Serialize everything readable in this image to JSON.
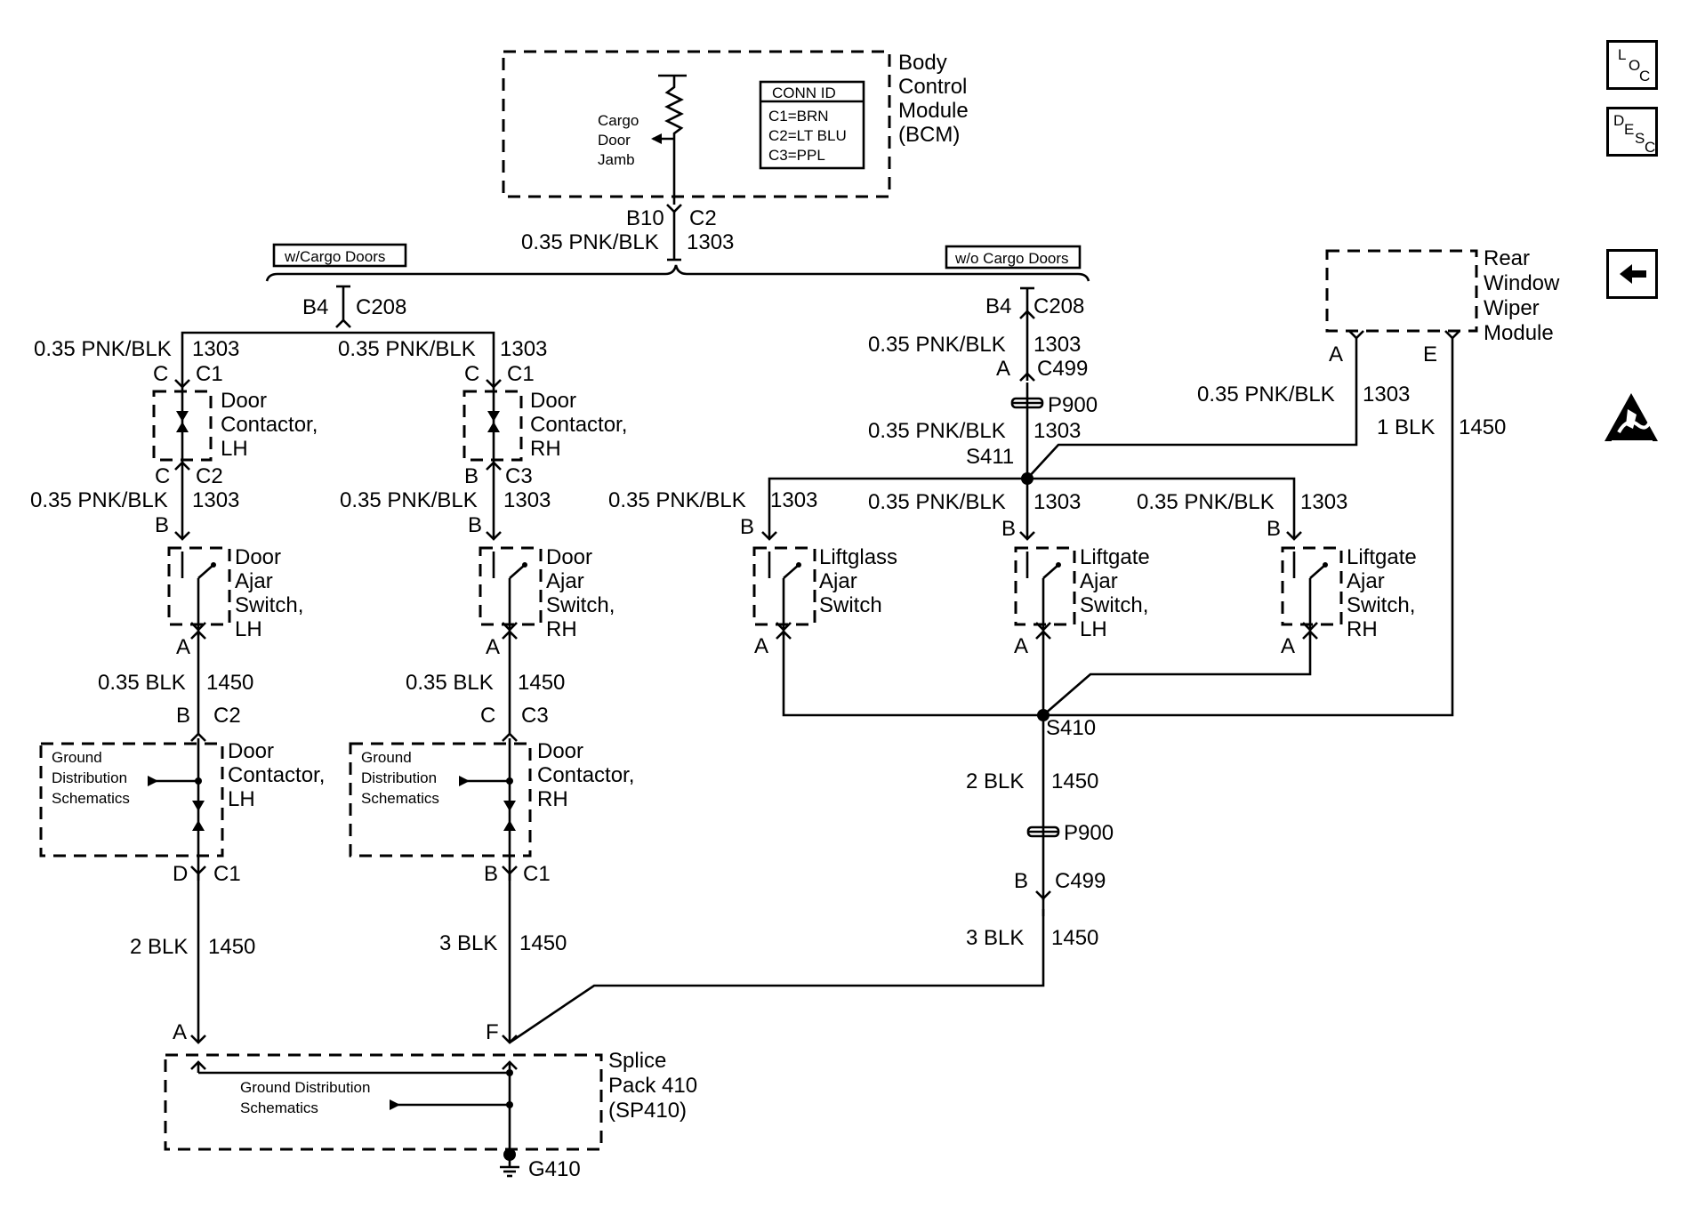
{
  "bcm": {
    "name_lines": [
      "Body",
      "Control",
      "Module",
      "(BCM)"
    ],
    "jamb_lines": [
      "Cargo",
      "Door",
      "Jamb"
    ],
    "conn_title": "CONN ID",
    "conn_rows": [
      "C1=BRN",
      "C2=LT BLU",
      "C3=PPL"
    ]
  },
  "bcm_out": {
    "pin": "B10",
    "conn": "C2",
    "wire": "0.35 PNK/BLK",
    "circuit": "1303"
  },
  "options": {
    "with_cargo": "w/Cargo Doors",
    "without_cargo": "w/o Cargo Doors"
  },
  "left_c208": {
    "pin": "B4",
    "conn": "C208"
  },
  "lh": {
    "wire1": "0.35 PNK/BLK",
    "circ1": "1303",
    "pinC": "C",
    "connC1": "C1",
    "contactor_lines": [
      "Door",
      "Contactor,",
      "LH"
    ],
    "pinC2": "C",
    "connC2": "C2",
    "wire2": "0.35 PNK/BLK",
    "circ2": "1303",
    "pinB": "B",
    "switch_lines": [
      "Door",
      "Ajar",
      "Switch,",
      "LH"
    ],
    "pinA": "A",
    "wire3": "0.35 BLK",
    "circ3": "1450",
    "pinB2": "B",
    "connC2b": "C2",
    "gd_lines": [
      "Ground",
      "Distribution",
      "Schematics"
    ],
    "contactor2_lines": [
      "Door",
      "Contactor,",
      "LH"
    ],
    "pinD": "D",
    "connC1b": "C1",
    "wire4": "2 BLK",
    "circ4": "1450",
    "pinA2": "A"
  },
  "rh": {
    "wire1": "0.35 PNK/BLK",
    "circ1": "1303",
    "pinC": "C",
    "connC1": "C1",
    "contactor_lines": [
      "Door",
      "Contactor,",
      "RH"
    ],
    "pinB": "B",
    "connC3": "C3",
    "wire2": "0.35 PNK/BLK",
    "circ2": "1303",
    "pinB2": "B",
    "switch_lines": [
      "Door",
      "Ajar",
      "Switch,",
      "RH"
    ],
    "pinA": "A",
    "wire3": "0.35 BLK",
    "circ3": "1450",
    "pinC2": "C",
    "connC3b": "C3",
    "gd_lines": [
      "Ground",
      "Distribution",
      "Schematics"
    ],
    "contactor2_lines": [
      "Door",
      "Contactor,",
      "RH"
    ],
    "pinB3": "B",
    "connC1b": "C1",
    "wire4": "3 BLK",
    "circ4": "1450",
    "pinF": "F"
  },
  "right_chain": {
    "pinB4": "B4",
    "c208": "C208",
    "wire1": "0.35 PNK/BLK",
    "circ1": "1303",
    "pinA": "A",
    "c499": "C499",
    "p900": "P900",
    "wire2": "0.35 PNK/BLK",
    "circ2": "1303",
    "s411": "S411"
  },
  "liftglass": {
    "wire": "0.35 PNK/BLK",
    "circ": "1303",
    "pinB": "B",
    "lines": [
      "Liftglass",
      "Ajar",
      "Switch"
    ],
    "pinA": "A"
  },
  "liftgate_lh": {
    "wire": "0.35 PNK/BLK",
    "circ": "1303",
    "pinB": "B",
    "lines": [
      "Liftgate",
      "Ajar",
      "Switch,",
      "LH"
    ],
    "pinA": "A"
  },
  "liftgate_rh": {
    "wire": "0.35 PNK/BLK",
    "circ": "1303",
    "pinB": "B",
    "lines": [
      "Liftgate",
      "Ajar",
      "Switch,",
      "RH"
    ],
    "pinA": "A"
  },
  "wiper": {
    "lines": [
      "Rear",
      "Window",
      "Wiper",
      "Module"
    ],
    "pinA": "A",
    "pinE": "E",
    "wireA": "0.35 PNK/BLK",
    "circA": "1303",
    "wireE": "1 BLK",
    "circE": "1450"
  },
  "ground_chain": {
    "s410": "S410",
    "wire1": "2 BLK",
    "circ1": "1450",
    "p900": "P900",
    "pinB": "B",
    "c499": "C499",
    "wire2": "3 BLK",
    "circ2": "1450"
  },
  "splice": {
    "lines": [
      "Splice",
      "Pack 410",
      "(SP410)"
    ],
    "gd_lines": [
      "Ground Distribution",
      "Schematics"
    ],
    "ground": "G410"
  },
  "side": {
    "loc": [
      "L",
      "O",
      "C"
    ],
    "desc": [
      "D",
      "E",
      "S",
      "C"
    ],
    "back": "back-arrow-icon",
    "esd": "esd-warning-icon"
  }
}
